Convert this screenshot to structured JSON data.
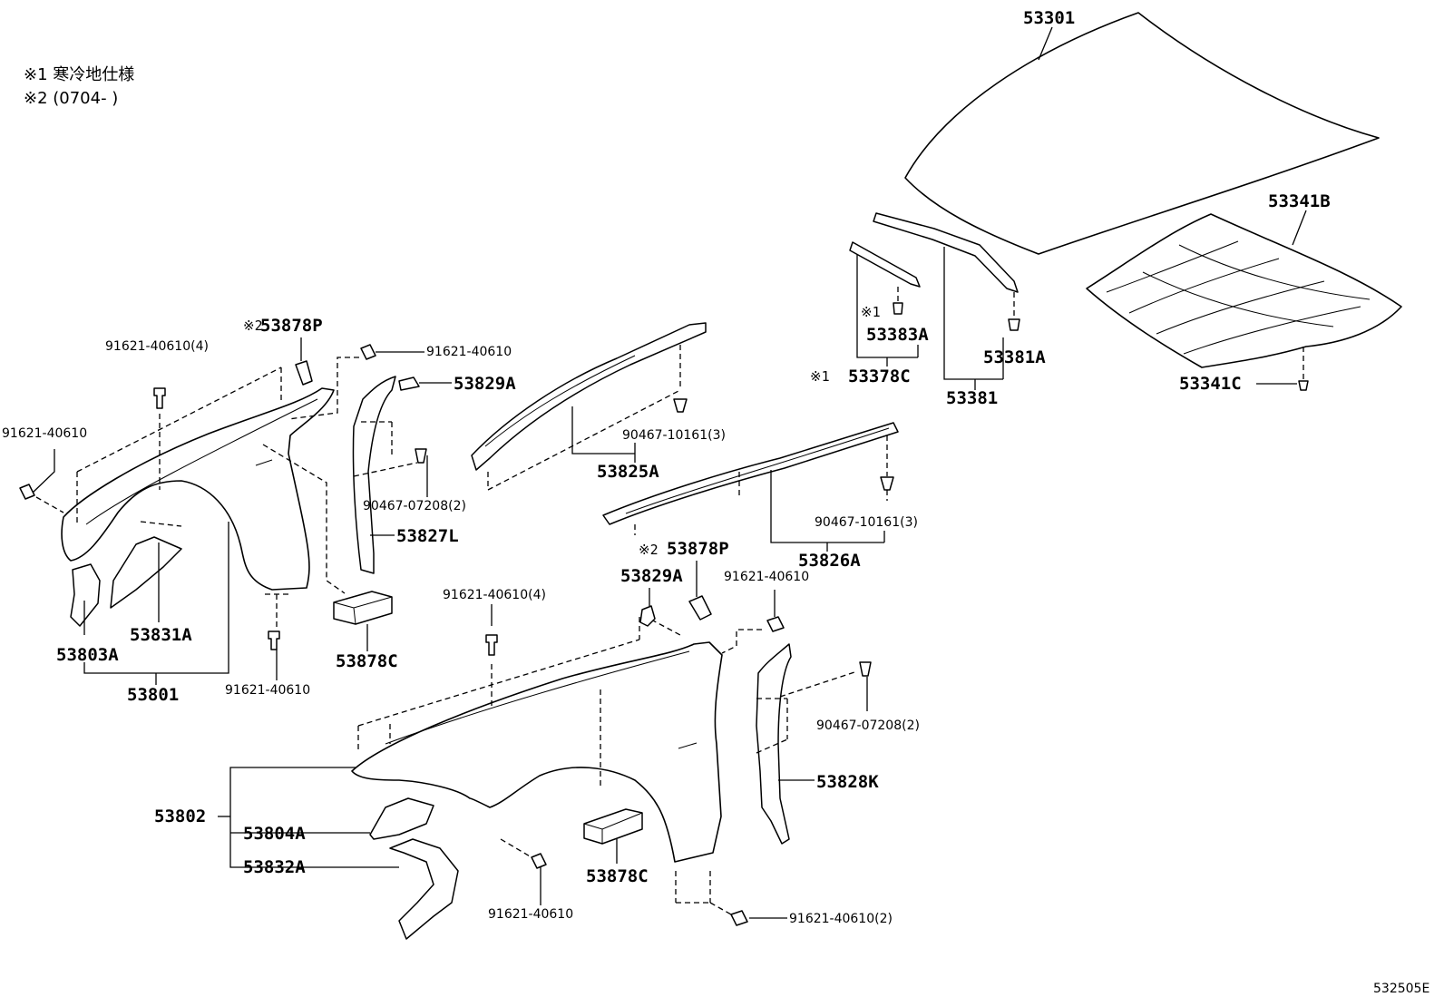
{
  "notes": [
    "※1 寒冷地仕様",
    "※2 (0704-    )"
  ],
  "labels": {
    "p53301": "53301",
    "p53341B": "53341B",
    "p53341C": "53341C",
    "p53381": "53381",
    "p53381A": "53381A",
    "p53383A": "53383A",
    "p53378C": "53378C",
    "m1a": "※1",
    "m1b": "※1",
    "m2a": "※2",
    "m2b": "※2",
    "p53878P_a": "53878P",
    "p53878P_b": "53878P",
    "p53829A_a": "53829A",
    "p53829A_b": "53829A",
    "p53825A": "53825A",
    "p53826A": "53826A",
    "p53827L": "53827L",
    "p53828K": "53828K",
    "p53878C_a": "53878C",
    "p53878C_b": "53878C",
    "p53831A": "53831A",
    "p53803A": "53803A",
    "p53801": "53801",
    "p53802": "53802",
    "p53804A": "53804A",
    "p53832A": "53832A",
    "b1": "91621-40610(4)",
    "b2": "91621-40610",
    "b3": "91621-40610",
    "b4": "91621-40610",
    "b5": "91621-40610(4)",
    "b6": "91621-40610",
    "b7": "91621-40610",
    "b8": "91621-40610(2)",
    "c1": "90467-10161(3)",
    "c2": "90467-10161(3)",
    "c3": "90467-07208(2)",
    "c4": "90467-07208(2)"
  },
  "diagram_code": "532505E"
}
